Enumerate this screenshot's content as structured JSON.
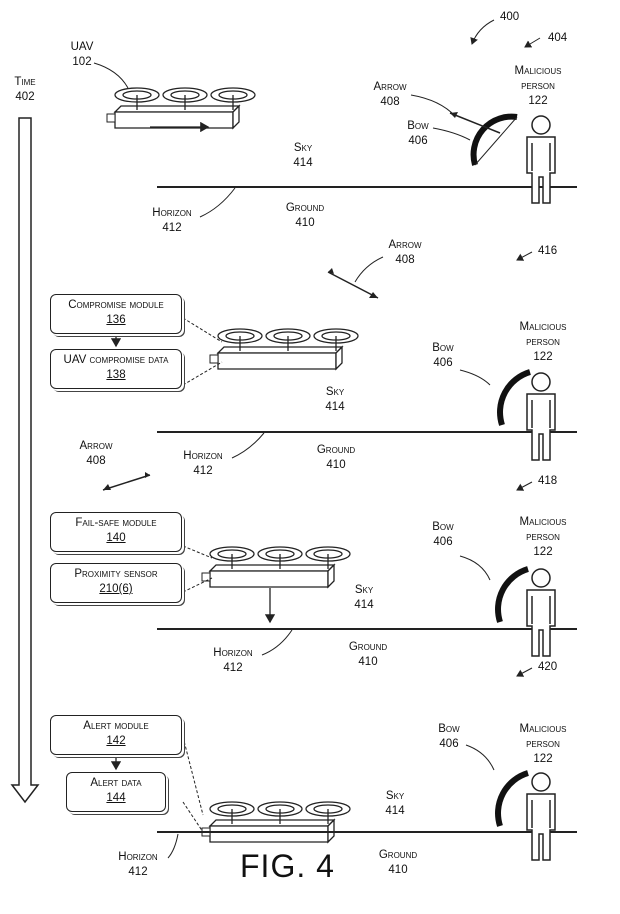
{
  "figure": {
    "caption": "FIG. 4",
    "ref_400": "400",
    "ref_404": "404",
    "ref_416": "416",
    "ref_418": "418",
    "ref_420": "420"
  },
  "time": {
    "label": "Time",
    "ref": "402"
  },
  "labels": {
    "uav": "UAV",
    "uav_ref": "102",
    "arrow": "Arrow",
    "arrow_ref": "408",
    "bow": "Bow",
    "bow_ref": "406",
    "malicious_person_1": "Malicious",
    "malicious_person_2": "person",
    "malicious_ref": "122",
    "sky": "Sky",
    "sky_ref": "414",
    "horizon": "Horizon",
    "horizon_ref": "412",
    "ground": "Ground",
    "ground_ref": "410"
  },
  "boxes": {
    "compromise_module": "Compromise module",
    "compromise_module_ref": "136",
    "uav_compromise_data": "UAV compromise data",
    "uav_compromise_data_ref": "138",
    "failsafe_module": "Fail-safe module",
    "failsafe_module_ref": "140",
    "proximity_sensor": "Proximity sensor",
    "proximity_sensor_ref": "210(6)",
    "alert_module": "Alert module",
    "alert_module_ref": "142",
    "alert_data": "Alert data",
    "alert_data_ref": "144"
  }
}
